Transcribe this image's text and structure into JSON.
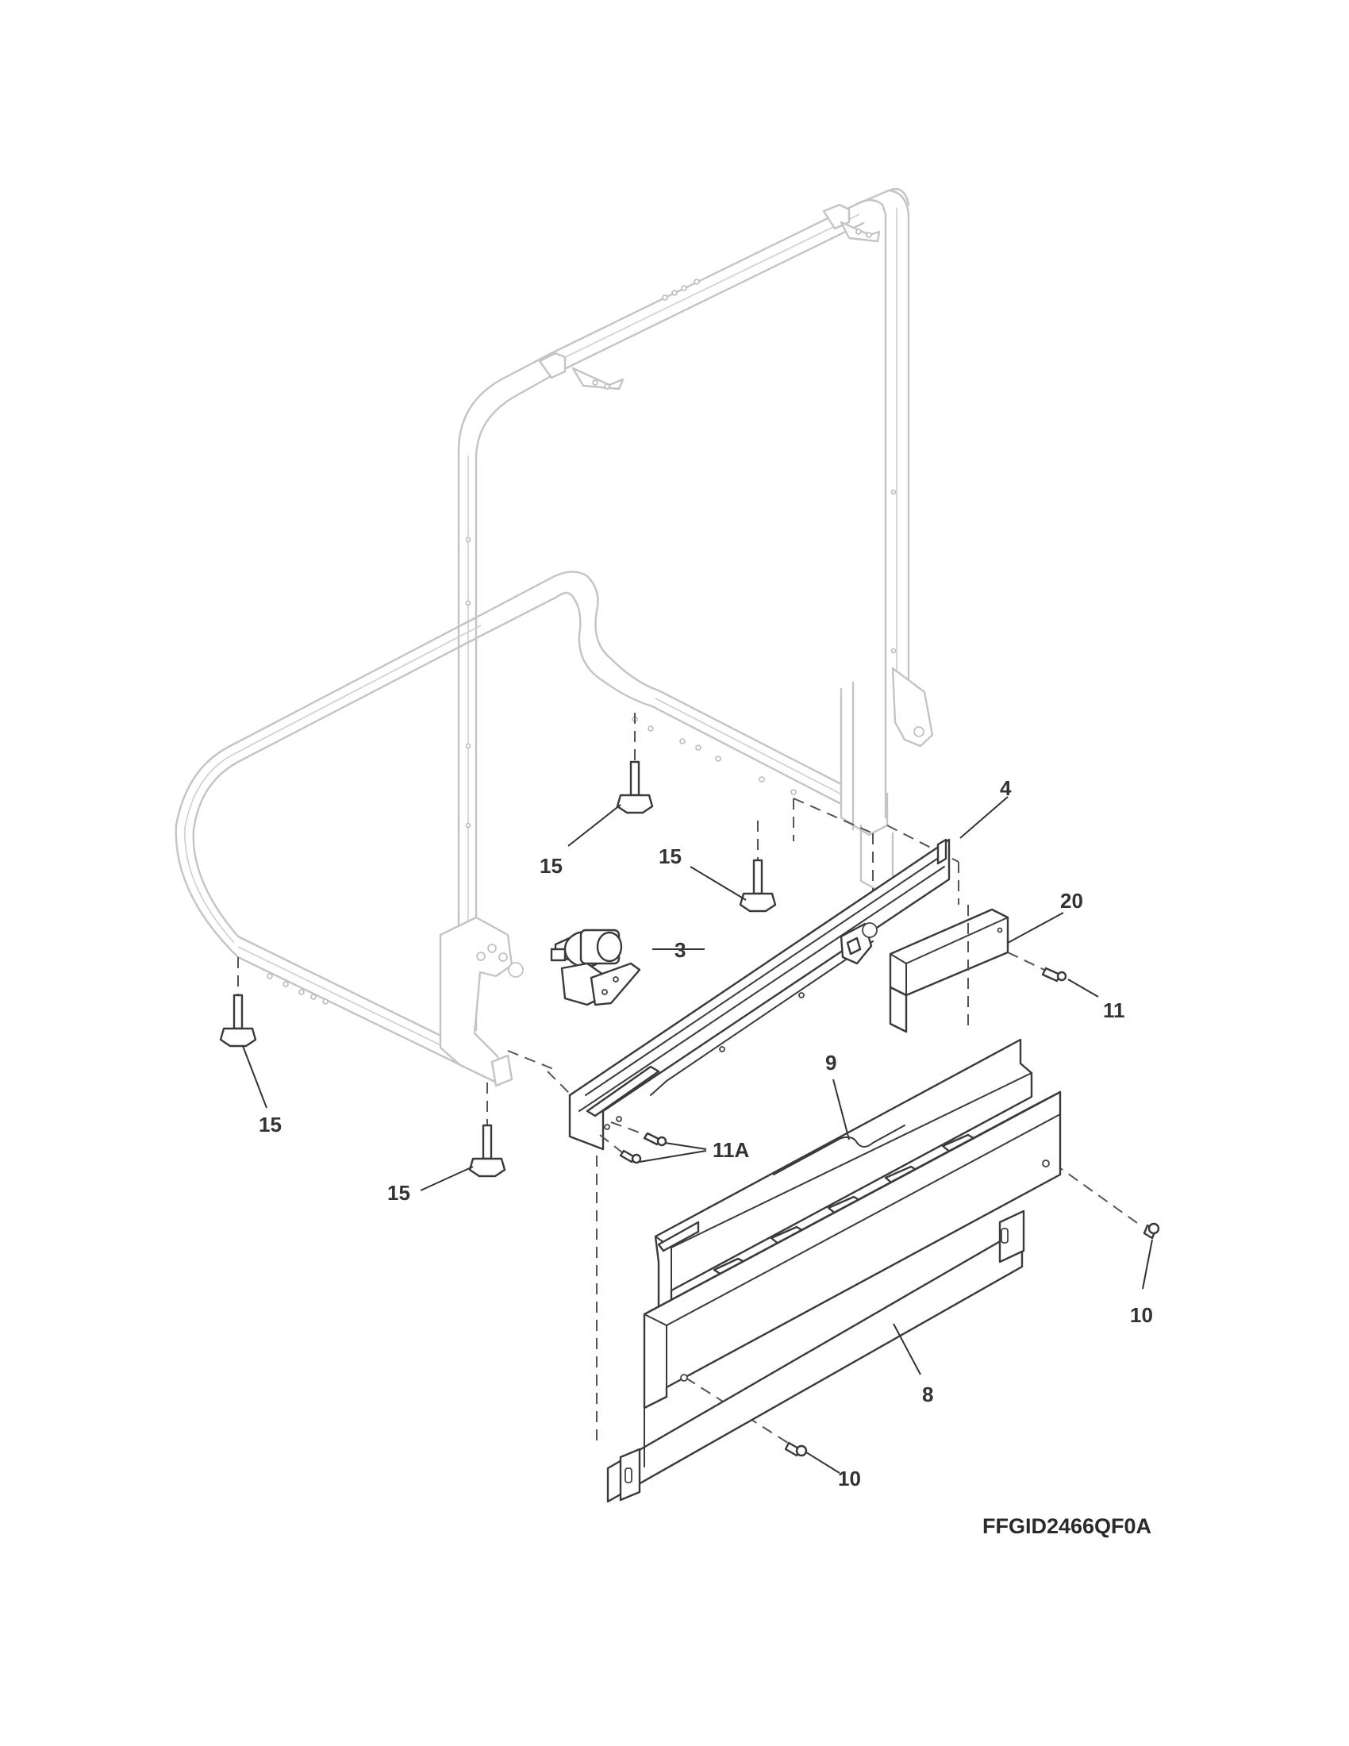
{
  "diagram": {
    "model_code": "FFGID2466QF0A",
    "callouts": {
      "c15_a": "15",
      "c15_b": "15",
      "c15_c": "15",
      "c15_d": "15",
      "c4": "4",
      "c3": "3",
      "c20": "20",
      "c11": "11",
      "c11a": "11A",
      "c9": "9",
      "c10_a": "10",
      "c10_b": "10",
      "c8": "8"
    }
  }
}
